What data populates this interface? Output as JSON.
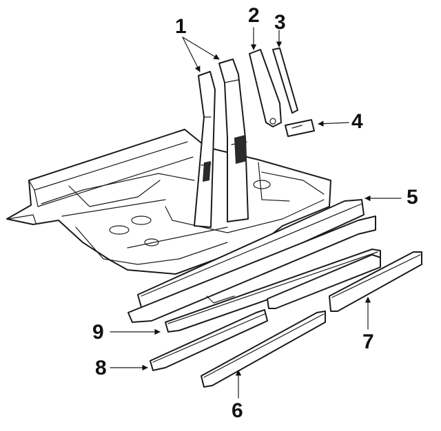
{
  "callouts": [
    {
      "id": "1",
      "text": "1"
    },
    {
      "id": "2",
      "text": "2"
    },
    {
      "id": "3",
      "text": "3"
    },
    {
      "id": "4",
      "text": "4"
    },
    {
      "id": "5",
      "text": "5"
    },
    {
      "id": "6",
      "text": "6"
    },
    {
      "id": "7",
      "text": "7"
    },
    {
      "id": "8",
      "text": "8"
    },
    {
      "id": "9",
      "text": "9"
    }
  ],
  "colors": {
    "line": "#1a1a1a",
    "background": "#ffffff"
  }
}
